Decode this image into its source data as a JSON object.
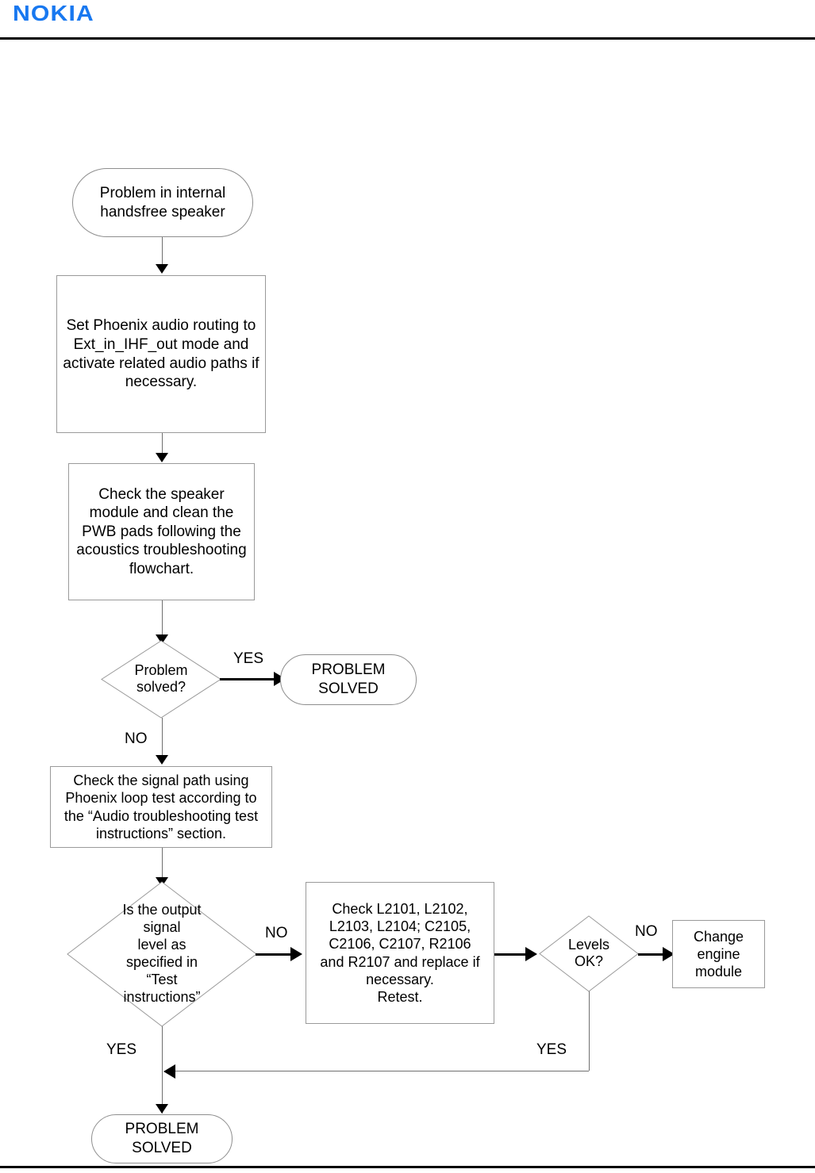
{
  "header": {
    "brand": "NOKIA"
  },
  "flowchart": {
    "title": "Internal handsfree speaker troubleshooting flowchart",
    "nodes": {
      "start": {
        "shape": "stadium",
        "text": "Problem in internal\nhandsfree speaker"
      },
      "set_routing": {
        "shape": "process",
        "text": "Set Phoenix audio routing to\nExt_in_IHF_out mode and\nactivate related audio paths if\nnecessary."
      },
      "check_speaker": {
        "shape": "process",
        "text": "Check the speaker\nmodule and clean the\nPWB pads following the\nacoustics troubleshooting\nflowchart."
      },
      "problem_solved_decision": {
        "shape": "decision",
        "text": "Problem\nsolved?"
      },
      "problem_solved_end_1": {
        "shape": "stadium",
        "text": "PROBLEM\nSOLVED"
      },
      "check_signal_path": {
        "shape": "process",
        "text": "Check the signal path using\nPhoenix loop test according to\nthe “Audio troubleshooting test\ninstructions” section."
      },
      "output_level_decision": {
        "shape": "decision",
        "text": "Is the output signal\nlevel as specified in\n“Test instructions”"
      },
      "check_components": {
        "shape": "process",
        "text": "Check L2101, L2102,\nL2103, L2104; C2105,\nC2106, C2107, R2106\nand R2107 and replace if\nnecessary.\nRetest."
      },
      "levels_ok_decision": {
        "shape": "decision",
        "text": "Levels\nOK?"
      },
      "change_engine_module": {
        "shape": "process",
        "text": "Change\nengine\nmodule"
      },
      "problem_solved_end_2": {
        "shape": "stadium",
        "text": "PROBLEM\nSOLVED"
      }
    },
    "edge_labels": {
      "solved_yes": "YES",
      "solved_no": "NO",
      "output_level_no": "NO",
      "output_level_yes": "YES",
      "levels_no": "NO",
      "levels_yes": "YES"
    }
  },
  "colors": {
    "brand_blue": "#1878f0",
    "rule_black": "#000000",
    "shape_stroke": "#9a9a9a",
    "connector": "#6f6f6f"
  }
}
